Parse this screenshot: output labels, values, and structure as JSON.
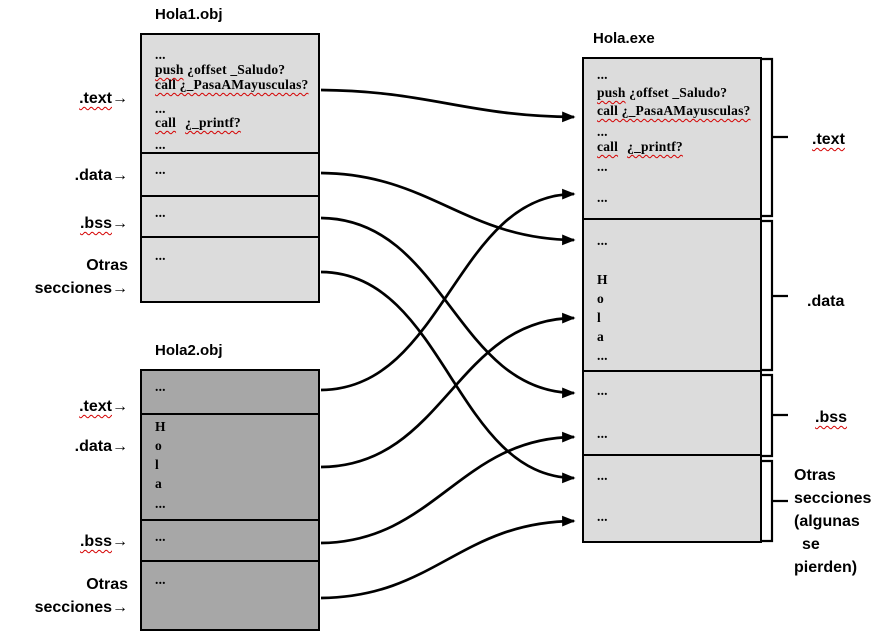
{
  "hola1": {
    "title": "Hola1.obj",
    "code": {
      "l1": "...",
      "l2a": "push",
      "l2b": " ¿offset _Saludo?",
      "l3": "call ¿_PasaAMayusculas?",
      "l4": "...",
      "l5a": "call",
      "l5b": "¿_printf?",
      "l6": "..."
    },
    "data_dots": "...",
    "bss_dots": "...",
    "otras_dots": "..."
  },
  "hola2": {
    "title": "Hola2.obj",
    "text_dots": "...",
    "data": {
      "h": "H",
      "o": "o",
      "l": "l",
      "a": "a",
      "dots": "..."
    },
    "bss_dots": "...",
    "otras_dots": "..."
  },
  "exe": {
    "title": "Hola.exe",
    "code": {
      "l1": "...",
      "l2a": "push",
      "l2b": " ¿offset _Saludo?",
      "l3": "call ¿_PasaAMayusculas?",
      "l4": "...",
      "l5a": "call",
      "l5b": "¿_printf?",
      "l6": "..."
    },
    "data": {
      "dots_top": "...",
      "h": "H",
      "o": "o",
      "l": "l",
      "a": "a",
      "dots_bottom": "..."
    },
    "bss": {
      "dots1": "...",
      "dots2": "..."
    },
    "otras": {
      "dots1": "...",
      "dots2": "..."
    }
  },
  "labels": {
    "arrow": "→",
    "left_hola1": {
      "text": ".text",
      "data": ".data",
      "bss": ".bss",
      "otras1": "Otras",
      "otras2": "secciones"
    },
    "left_hola2": {
      "text": ".text",
      "data": ".data",
      "bss": ".bss",
      "otras1": "Otras",
      "otras2": "secciones"
    },
    "right": {
      "text": ".text",
      "data": ".data",
      "bss": ".bss",
      "otras1": "Otras",
      "otras2": "secciones",
      "otras3": "(algunas",
      "otras4": "se",
      "otras5": "pierden)"
    }
  },
  "links": [
    {
      "from": "Hola1.obj .text",
      "to": "Hola.exe .text"
    },
    {
      "from": "Hola2.obj .text",
      "to": "Hola.exe .text"
    },
    {
      "from": "Hola1.obj .data",
      "to": "Hola.exe .data"
    },
    {
      "from": "Hola2.obj .data",
      "to": "Hola.exe .data"
    },
    {
      "from": "Hola1.obj .bss",
      "to": "Hola.exe .bss"
    },
    {
      "from": "Hola2.obj .bss",
      "to": "Hola.exe .bss"
    },
    {
      "from": "Hola1.obj otras secciones",
      "to": "Hola.exe otras secciones"
    },
    {
      "from": "Hola2.obj otras secciones",
      "to": "Hola.exe otras secciones"
    }
  ],
  "colors": {
    "light_box": "#dcdcdc",
    "dark_box": "#a7a7a7",
    "squiggle": "#d40000",
    "line": "#000000"
  }
}
